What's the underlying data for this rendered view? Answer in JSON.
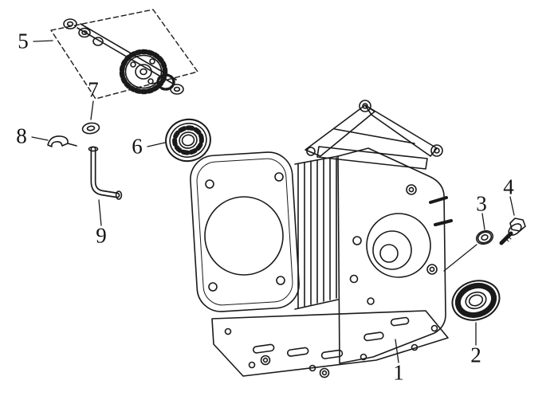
{
  "diagram": {
    "background_color": "#ffffff",
    "line_color": "#1a1a1a",
    "callouts": [
      {
        "label": "1"
      },
      {
        "label": "2"
      },
      {
        "label": "3"
      },
      {
        "label": "4"
      },
      {
        "label": "5"
      },
      {
        "label": "6"
      },
      {
        "label": "7"
      },
      {
        "label": "8"
      },
      {
        "label": "9"
      }
    ]
  }
}
